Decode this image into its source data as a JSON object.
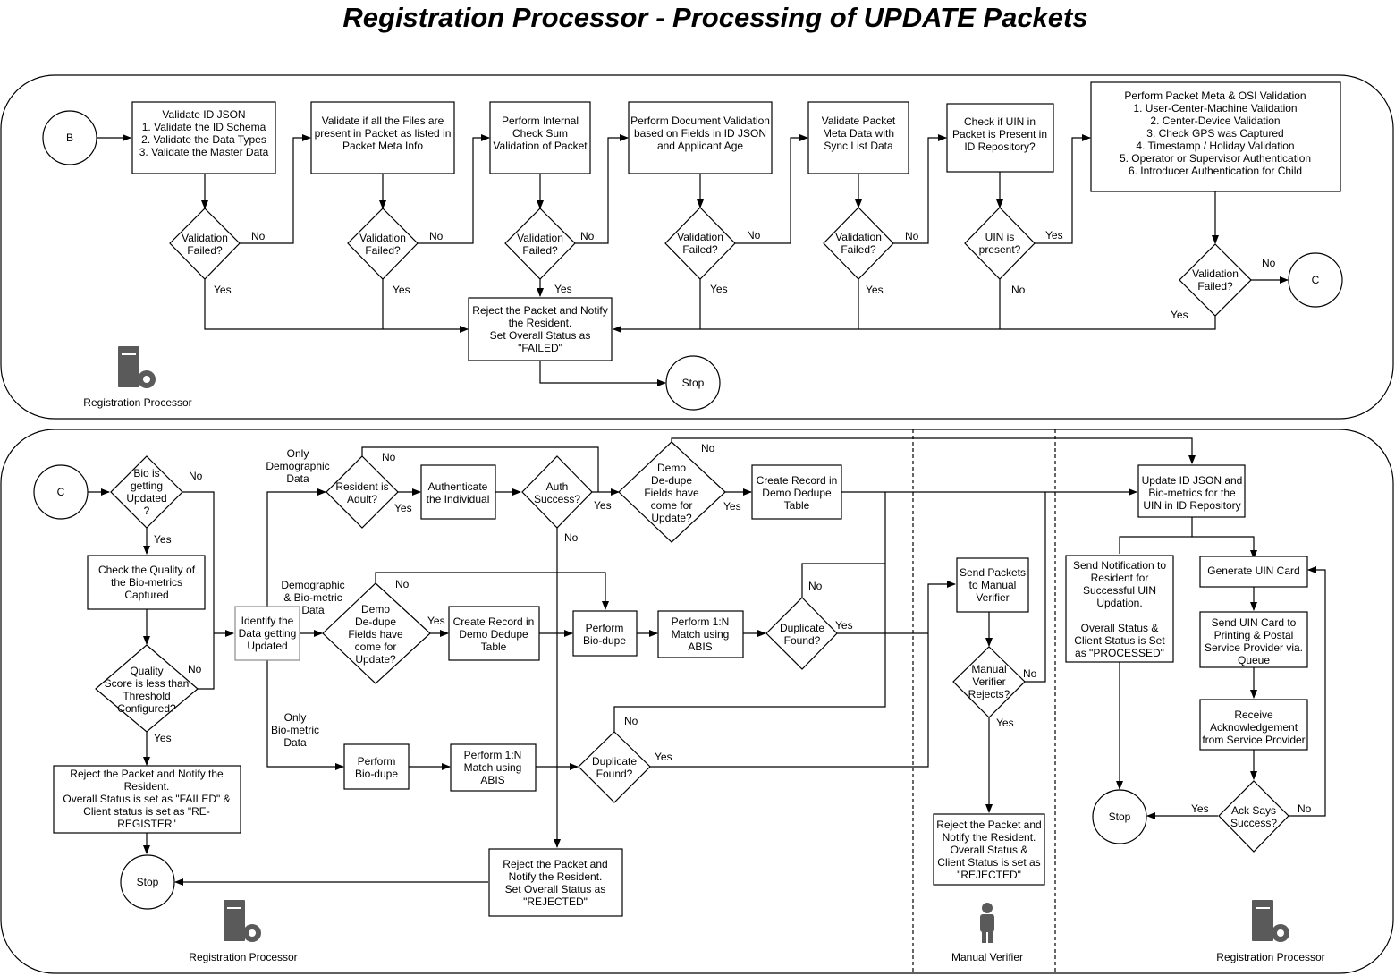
{
  "title": "Registration Processor - Processing of UPDATE Packets",
  "labels": {
    "no": "No",
    "yes": "Yes"
  },
  "lanes": {
    "top_processor": "Registration Processor",
    "bottom_processor_left": "Registration Processor",
    "manual_verifier": "Manual Verifier",
    "bottom_processor_right": "Registration Processor"
  },
  "top": {
    "start_b": "B",
    "validate_id_json": [
      "Validate ID JSON",
      "1. Validate the ID Schema",
      "2. Validate the Data Types",
      "3. Validate the Master Data"
    ],
    "validate_files": [
      "Validate if all the Files are",
      "present in Packet as listed in",
      "Packet Meta Info"
    ],
    "checksum": [
      "Perform Internal",
      "Check Sum",
      "Validation of Packet"
    ],
    "doc_validation": [
      "Perform Document Validation",
      "based on Fields in ID JSON",
      "and Applicant Age"
    ],
    "packet_meta_sync": [
      "Validate Packet",
      "Meta Data with",
      "Sync List Data"
    ],
    "uin_check": [
      "Check if UIN in",
      "Packet is Present in",
      "ID Repository?"
    ],
    "meta_osi": [
      "Perform Packet Meta & OSI Validation",
      "1. User-Center-Machine Validation",
      "2. Center-Device Validation",
      "3. Check GPS was Captured",
      "4. Timestamp / Holiday Validation",
      "5. Operator or Supervisor Authentication",
      "6. Introducer Authentication for Child"
    ],
    "decision_validation_failed": [
      "Validation",
      "Failed?"
    ],
    "decision_uin_present": [
      "UIN is",
      "present?"
    ],
    "reject_failed": [
      "Reject the Packet and Notify",
      "the Resident.",
      "Set Overall Status as",
      "\"FAILED\""
    ],
    "stop": "Stop",
    "end_c": "C"
  },
  "bottom": {
    "start_c": "C",
    "bio_updated": [
      "Bio is",
      "getting",
      "Updated",
      "?"
    ],
    "check_quality": [
      "Check the Quality of",
      "the Bio-metrics",
      "Captured"
    ],
    "quality_score": [
      "Quality",
      "Score is less than",
      "Threshold",
      "Configured?"
    ],
    "reject_reregister": [
      "Reject the Packet and Notify the",
      "Resident.",
      "Overall Status is set as  \"FAILED\" &",
      "Client status is set as \"RE-",
      "REGISTER\""
    ],
    "stop_left": "Stop",
    "identify_data": [
      "Identify the",
      "Data getting",
      "Updated"
    ],
    "branch_only_demo": [
      "Only",
      "Demographic",
      "Data"
    ],
    "branch_demo_bio": [
      "Demographic",
      "& Bio-metric",
      "Data"
    ],
    "branch_only_bio": [
      "Only",
      "Bio-metric",
      "Data"
    ],
    "resident_adult": [
      "Resident is",
      "Adult?"
    ],
    "authenticate": [
      "Authenticate",
      "the Individual"
    ],
    "auth_success": [
      "Auth",
      "Success?"
    ],
    "demo_dedupe_fields": [
      "Demo",
      "De-dupe",
      "Fields have",
      "come for",
      "Update?"
    ],
    "create_demo_record": [
      "Create Record in",
      "Demo Dedupe",
      "Table"
    ],
    "perform_biodupe": [
      "Perform",
      "Bio-dupe"
    ],
    "match_abis": [
      "Perform 1:N",
      "Match using",
      "ABIS"
    ],
    "duplicate_found": [
      "Duplicate",
      "Found?"
    ],
    "reject_rejected": [
      "Reject the Packet and",
      "Notify the Resident.",
      "Set Overall Status as",
      "\"REJECTED\""
    ],
    "send_manual": [
      "Send Packets",
      "to Manual",
      "Verifier"
    ],
    "mv_rejects": [
      "Manual",
      "Verifier",
      "Rejects?"
    ],
    "mv_reject_box": [
      "Reject the Packet and",
      "Notify the Resident.",
      "Overall Status &",
      "Client Status is set as",
      "\"REJECTED\""
    ],
    "update_id_json": [
      "Update ID JSON and",
      "Bio-metrics for the",
      "UIN in ID Repository"
    ],
    "send_notification": [
      "Send Notification to",
      "Resident for",
      "Successful UIN",
      "Updation.",
      "",
      "Overall Status &",
      "Client Status is Set",
      "as \"PROCESSED\""
    ],
    "generate_uin_card": [
      "Generate UIN Card"
    ],
    "send_uin_card": [
      "Send UIN Card to",
      "Printing & Postal",
      "Service Provider via.",
      "Queue"
    ],
    "receive_ack": [
      "Receive",
      "Acknowledgement",
      "from Service Provider"
    ],
    "ack_success": [
      "Ack Says",
      "Success?"
    ],
    "stop_right": "Stop"
  }
}
